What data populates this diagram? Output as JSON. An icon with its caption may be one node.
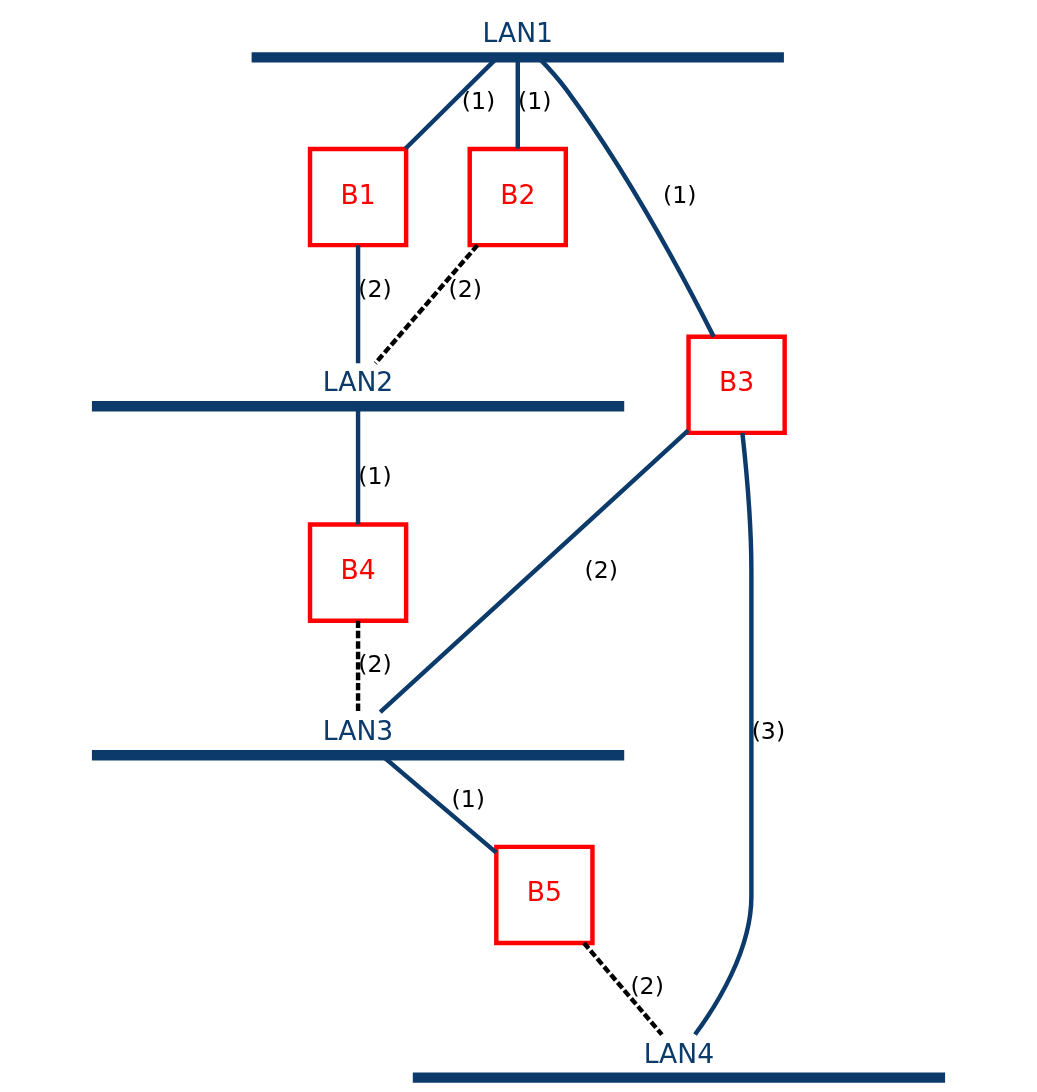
{
  "diagram": {
    "nodes": [
      {
        "text": [
          "LAN1"
        ]
      },
      {
        "text": [
          "B1"
        ]
      },
      {
        "text": [
          "B2"
        ]
      },
      {
        "text": [
          "B3"
        ]
      },
      {
        "text": [
          "LAN2"
        ]
      },
      {
        "text": [
          "B4"
        ]
      },
      {
        "text": [
          "LAN3"
        ]
      },
      {
        "text": [
          "B5"
        ]
      },
      {
        "text": [
          "LAN4"
        ]
      }
    ],
    "edges": [
      {
        "from": 0,
        "to": 1,
        "arrow": "none",
        "label": "(1)"
      },
      {
        "from": 1,
        "to": 4,
        "arrow": "none",
        "label": "(2)"
      },
      {
        "from": 0,
        "to": 2,
        "arrow": "none",
        "label": "(1)"
      },
      {
        "from": 2,
        "to": 4,
        "arrow": "none",
        "label": "(2)",
        "style": "dashed",
        "color": "#000000"
      },
      {
        "from": 0,
        "to": 3,
        "arrow": "none",
        "label": "(1)"
      },
      {
        "from": 3,
        "to": 8,
        "arrow": "none",
        "label": "(3)"
      },
      {
        "from": 4,
        "to": 5,
        "arrow": "none",
        "label": "(1)"
      },
      {
        "from": 5,
        "to": 6,
        "arrow": "none",
        "label": "(2)",
        "style": "dashed",
        "color": "#000000"
      },
      {
        "from": 3,
        "to": 6,
        "arrow": "none",
        "label": "(2)"
      },
      {
        "from": 6,
        "to": 7,
        "arrow": "none",
        "label": "(1)"
      },
      {
        "from": 7,
        "to": 8,
        "arrow": "none",
        "label": "(2)",
        "style": "dashed",
        "color": "#000000"
      }
    ]
  }
}
